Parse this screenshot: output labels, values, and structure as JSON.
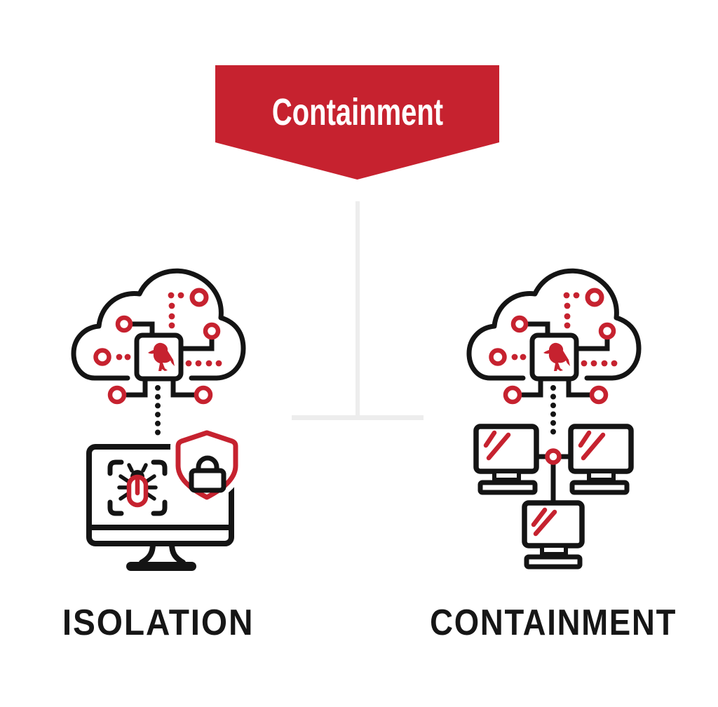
{
  "diagram": {
    "banner": {
      "label": "Containment",
      "shape": "down-pointing-ribbon",
      "color": "#C6222F",
      "text_color": "#FFFFFF"
    },
    "connector": {
      "style": "inverted-T-line",
      "color": "#EDEDED"
    },
    "branches": [
      {
        "label": "ISOLATION",
        "icon": "cloud-malware-to-quarantined-computer-icon",
        "icon_elements": [
          "cloud-network-icon",
          "raven-malware-node-icon",
          "dotted-link",
          "monitor-icon",
          "bug-scan-viewfinder-icon",
          "shield-lock-icon"
        ]
      },
      {
        "label": "CONTAINMENT",
        "icon": "cloud-malware-to-contained-network-icon",
        "icon_elements": [
          "cloud-network-icon",
          "raven-malware-node-icon",
          "dotted-link",
          "network-hub-node-icon",
          "workstation-icon",
          "workstation-icon",
          "workstation-icon"
        ]
      }
    ],
    "colors": {
      "accent_red": "#C6222F",
      "icon_black": "#141414",
      "label_text": "#161616",
      "background": "#FFFFFF"
    }
  }
}
